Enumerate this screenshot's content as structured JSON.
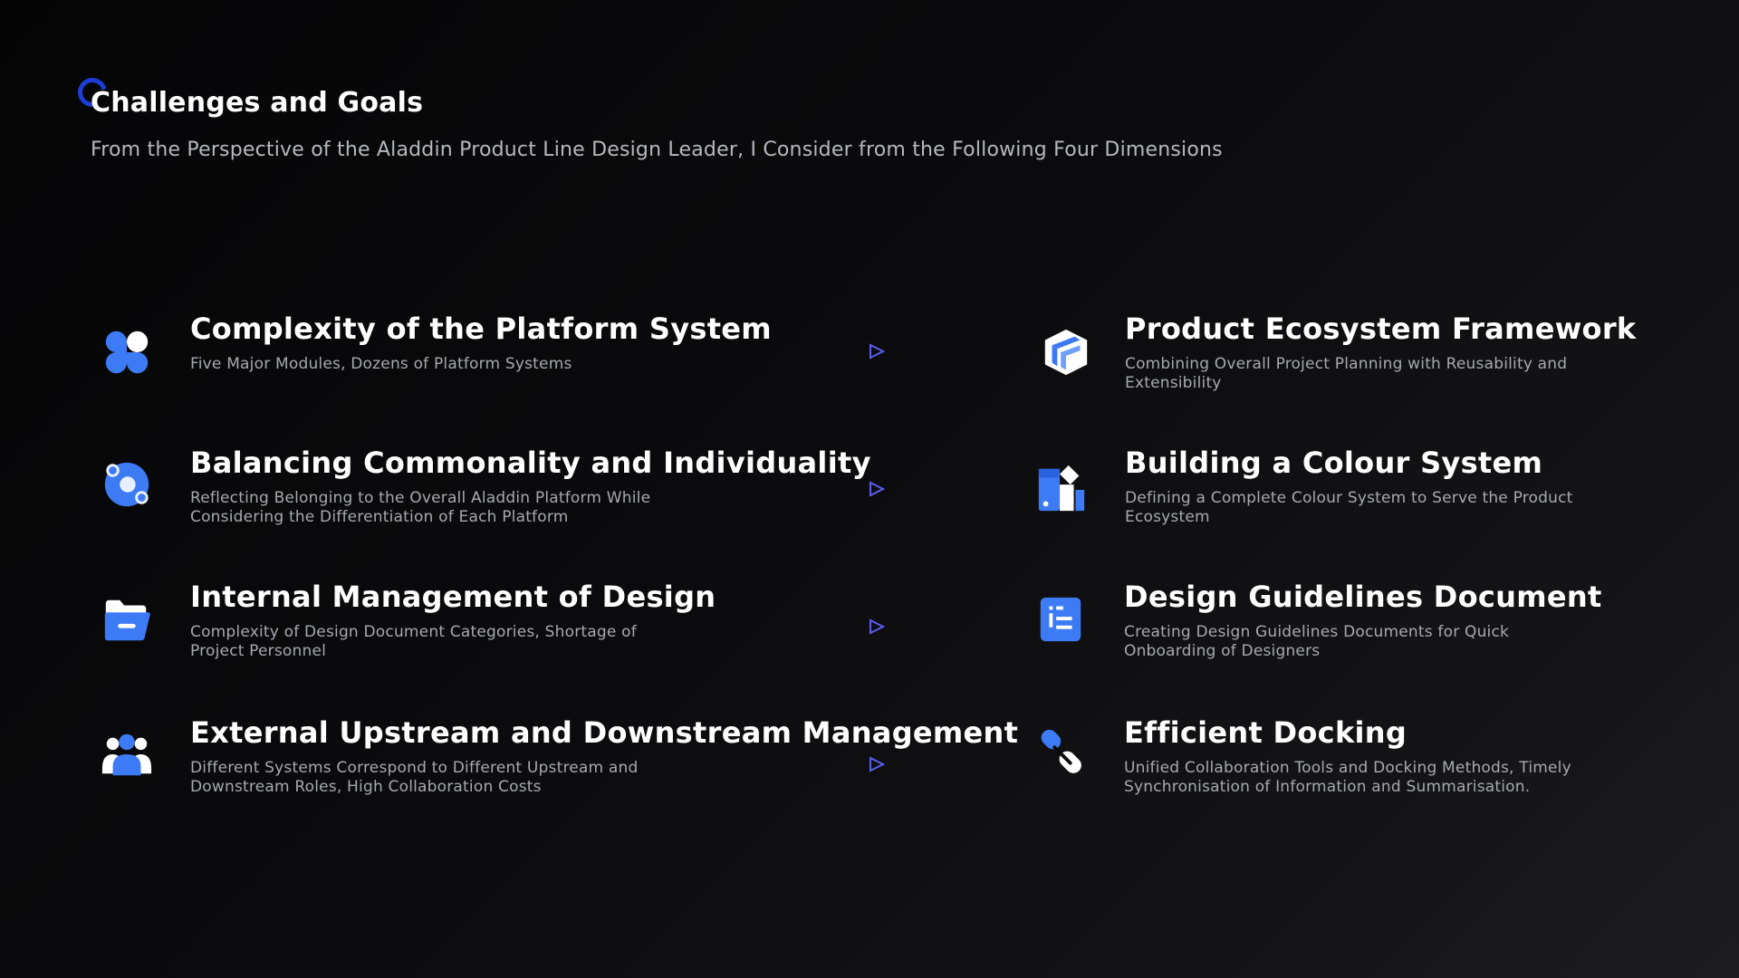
{
  "header": {
    "title": "Challenges and Goals",
    "subtitle": "From the Perspective of the Aladdin Product Line Design Leader, I Consider from the Following Four Dimensions"
  },
  "colors": {
    "accent_blue": "#3d7bf5",
    "arrow_violet": "#5a5df0",
    "title_ring": "#1d3dd8"
  },
  "rows": [
    {
      "challenge": {
        "icon": "four-petal-grid-icon",
        "title": "Complexity of the Platform System",
        "desc": "Five Major Modules, Dozens of Platform Systems"
      },
      "goal": {
        "icon": "cube-icon",
        "title": "Product Ecosystem Framework",
        "desc": "Combining Overall Project Planning with Reusability and Extensibility"
      }
    },
    {
      "challenge": {
        "icon": "orbit-circles-icon",
        "title": "Balancing Commonality and Individuality",
        "desc": "Reflecting Belonging to the Overall Aladdin Platform While Considering the Differentiation of Each Platform"
      },
      "goal": {
        "icon": "colour-swatch-icon",
        "title": "Building a Colour System",
        "desc": "Defining a Complete Colour System to Serve the Product Ecosystem"
      }
    },
    {
      "challenge": {
        "icon": "folder-icon",
        "title": "Internal Management of Design",
        "desc": "Complexity of Design Document Categories, Shortage of Project Personnel"
      },
      "goal": {
        "icon": "document-list-icon",
        "title": "Design Guidelines Document",
        "desc": "Creating Design Guidelines Documents for Quick Onboarding of Designers"
      }
    },
    {
      "challenge": {
        "icon": "user-group-icon",
        "title": "External Upstream and Downstream Management",
        "desc": "Different Systems Correspond to Different Upstream and Downstream Roles, High Collaboration Costs"
      },
      "goal": {
        "icon": "link-chain-icon",
        "title": "Efficient Docking",
        "desc": "Unified Collaboration Tools and Docking Methods, Timely Synchronisation of Information and Summarisation."
      }
    }
  ]
}
